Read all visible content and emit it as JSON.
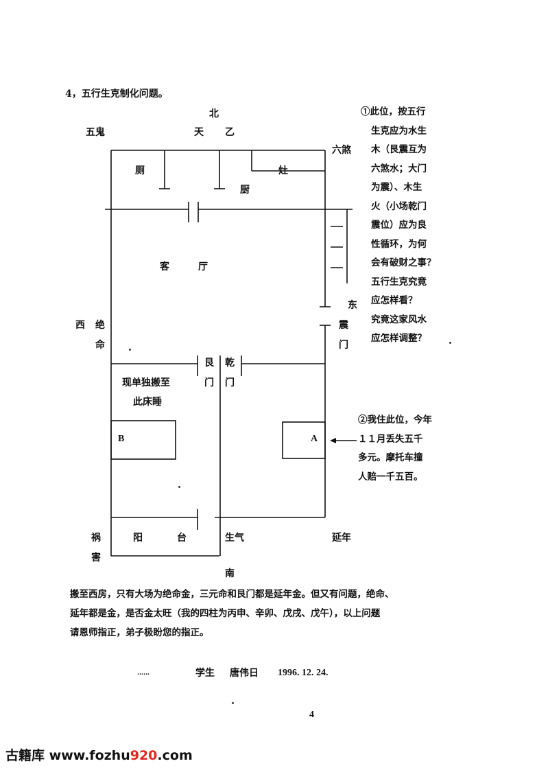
{
  "heading": "4，五行生克制化问题。",
  "directions": {
    "north": "北",
    "south": "南",
    "east": "东",
    "west_lines": [
      "西",
      "绝",
      "命"
    ]
  },
  "stars": {
    "wugui": "五鬼",
    "tianyi": [
      "天",
      "乙"
    ],
    "liusha": "六煞",
    "zhenmen": [
      "震",
      "门"
    ],
    "huohai": [
      "祸",
      "害"
    ],
    "shengqi": "生气",
    "yannian": "延年"
  },
  "rooms": {
    "toilet": "厕",
    "stove": "灶",
    "kitchen": "厨",
    "living": [
      "客",
      "厅"
    ],
    "genmen": [
      "艮",
      "门"
    ],
    "qianmen": [
      "乾",
      "门"
    ],
    "bedroom_note": [
      "现单独搬至",
      "此床睡"
    ],
    "bed_b": "B",
    "bed_a": "A",
    "balcony": [
      "阳",
      "台"
    ]
  },
  "note1": [
    "①此位，按五行",
    "生克应为水生",
    "木（艮震互为",
    "六煞水；大门",
    "为震）、木生",
    "火（小场乾门",
    "震位）应为良",
    "性循环，为何",
    "会有破财之事？",
    "五行生克究竟",
    "应怎样看？",
    "究竟这家风水",
    "应怎样调整？"
  ],
  "note2": [
    "②我住此位，今年",
    "１１月丢失五千",
    "多元。摩托车撞",
    "人赔一千五百。"
  ],
  "paragraph": [
    "搬至西房，只有大场为绝命金，三元命和艮门都是延年金。但又有问题，绝命、",
    "延年都是金，是否金太旺（我的四柱为丙申、辛卯、戊戌、戊午），以上问题",
    "请恩师指正，弟子极盼您的指正。"
  ],
  "signature": {
    "dots": "……",
    "role": "学生",
    "name": "唐伟日",
    "date": "1996. 12. 24."
  },
  "page_number": "4",
  "watermark": {
    "brand": "古籍库",
    "url_prefix": "www.fozhu",
    "url_number": "920",
    "url_suffix": ".com"
  }
}
